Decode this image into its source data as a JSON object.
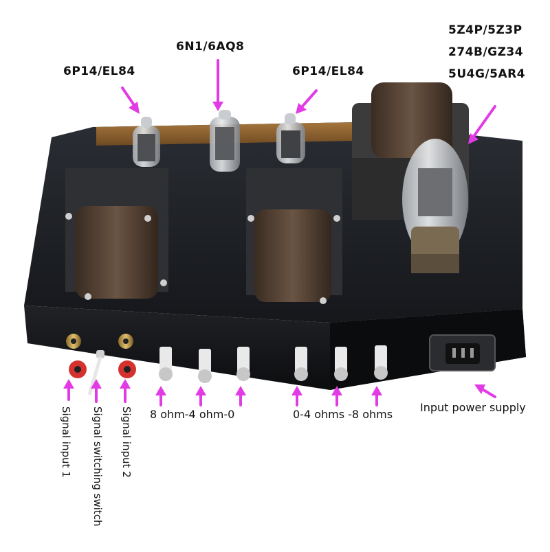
{
  "labels": {
    "tube_left": "6P14/EL84",
    "tube_center": "6N1/6AQ8",
    "tube_right": "6P14/EL84",
    "rectifier": [
      "5Z4P/5Z3P",
      "274B/GZ34",
      "5U4G/5AR4"
    ],
    "speaker_left": "8 ohm-4 ohm-0",
    "speaker_right": "0-4 ohms -8 ohms",
    "power": "Input power supply",
    "signal_input_1": "Signal input 1",
    "signal_switch": "Signal switching switch",
    "signal_input_2": "Signal input 2"
  },
  "colors": {
    "arrow": "#e23be6",
    "chassis": "#1e2024",
    "transformer": "#4a3a2e"
  }
}
